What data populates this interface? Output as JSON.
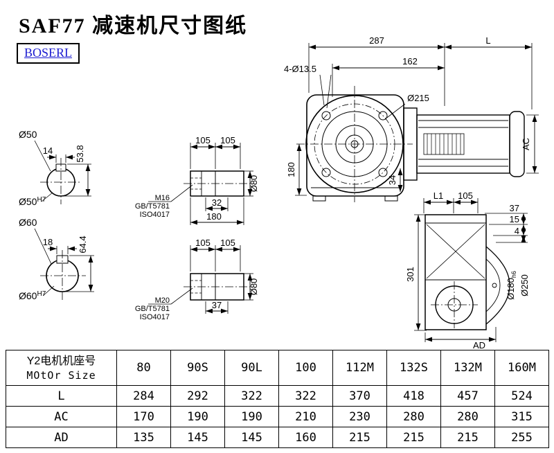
{
  "page": {
    "title": "SAF77 减速机尺寸图纸",
    "logo": "BOSERL"
  },
  "front_view": {
    "dim_top": "287",
    "dim_motor_len": "L",
    "dim_162": "162",
    "holes_label": "4-Ø13.5",
    "flange_dia": "Ø215",
    "dim_180": "180",
    "dim_ac": "AC",
    "dim_34": "34"
  },
  "bore50": {
    "dia_label": "Ø50",
    "key_width": "14",
    "key_height": "53.8",
    "fit_label": "Ø50",
    "fit_sup": "H7"
  },
  "bore60": {
    "dia_label": "Ø60",
    "key_width": "18",
    "key_height": "64.4",
    "fit_label": "Ø60",
    "fit_sup": "H7"
  },
  "shaft_m16": {
    "dim_105a": "105",
    "dim_105b": "105",
    "thread": "M16",
    "std1": "GB/T5781",
    "std2": "ISO4017",
    "dim_32": "32",
    "dim_180": "180",
    "dia": "Ø80"
  },
  "shaft_m20": {
    "dim_105a": "105",
    "dim_105b": "105",
    "thread": "M20",
    "std1": "GB/T5781",
    "std2": "ISO4017",
    "dim_37": "37",
    "dia": "Ø80"
  },
  "side_view": {
    "dim_l1": "L1",
    "dim_105": "105",
    "dim_37": "37",
    "dim_15": "15",
    "dim_4": "4",
    "dim_301": "301",
    "dia_bore": "Ø180",
    "dia_bore_tol": "h6",
    "dia_flange": "Ø250",
    "dim_ad": "AD"
  },
  "table": {
    "header_cn": "Y2电机机座号",
    "header_en": "MOtOr Size",
    "sizes": [
      "80",
      "90S",
      "90L",
      "100",
      "112M",
      "132S",
      "132M",
      "160M"
    ],
    "rows": [
      {
        "label": "L",
        "values": [
          "284",
          "292",
          "322",
          "322",
          "370",
          "418",
          "457",
          "524"
        ]
      },
      {
        "label": "AC",
        "values": [
          "170",
          "190",
          "190",
          "210",
          "230",
          "280",
          "280",
          "315"
        ]
      },
      {
        "label": "AD",
        "values": [
          "135",
          "145",
          "145",
          "160",
          "215",
          "215",
          "215",
          "255"
        ]
      }
    ]
  }
}
